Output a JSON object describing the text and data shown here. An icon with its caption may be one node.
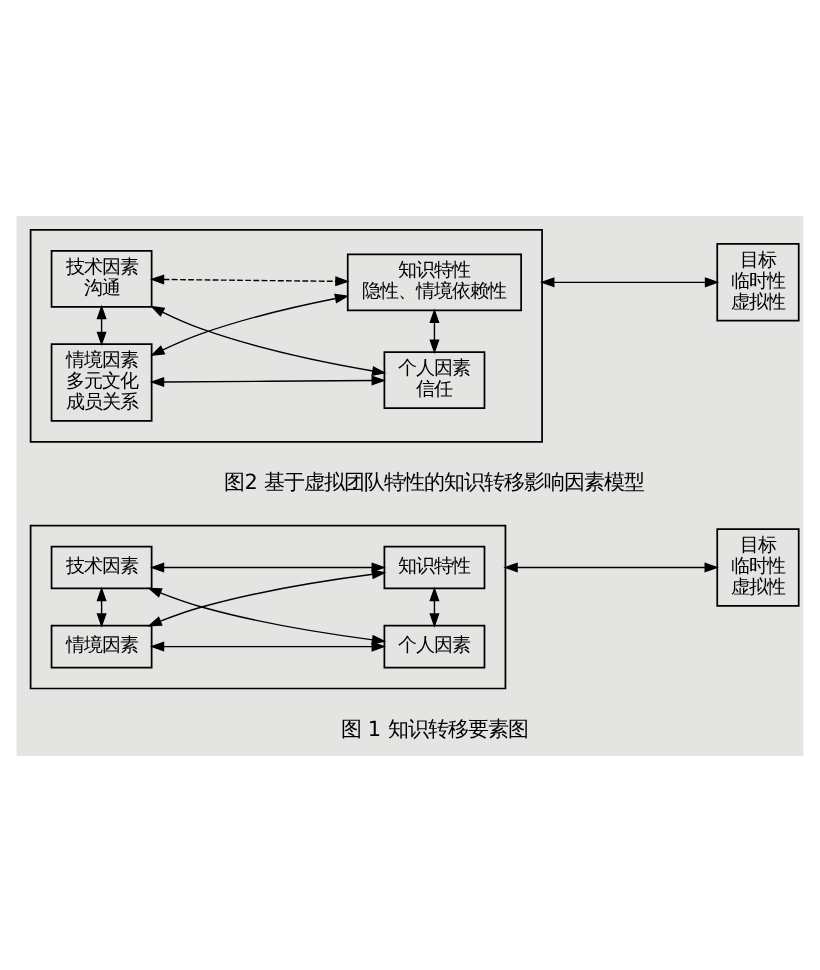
{
  "diagram": {
    "nodes": [
      {
        "text": [],
        "shape": "box"
      },
      {
        "text": [
          "技术因素"
        ],
        "in": 0
      },
      {
        "text": [
          "知识特性"
        ],
        "in": 0
      },
      {
        "text": [
          "情境因素"
        ],
        "in": 0
      },
      {
        "text": [
          "个人因素"
        ],
        "in": 0
      },
      {
        "text": [
          "目标",
          "临时性",
          "虚拟性"
        ]
      },
      {
        "text": [],
        "shape": "box"
      },
      {
        "text": [
          "技术因素",
          "沟通"
        ],
        "in": 6
      },
      {
        "text": [
          "知识特性",
          "隐性、情境依赖性"
        ],
        "in": 6
      },
      {
        "text": [
          "情境因素",
          "多元文化",
          "成员关系"
        ],
        "in": 6
      },
      {
        "text": [
          "个人因素",
          "信任"
        ],
        "in": 6
      },
      {
        "text": [
          "目标",
          "临时性",
          "虚拟性"
        ]
      }
    ],
    "edges": [
      {
        "from": 1,
        "to": 2,
        "arrow": "both"
      },
      {
        "from": 1,
        "to": 3,
        "arrow": "both"
      },
      {
        "from": 1,
        "to": 4,
        "arrow": "both"
      },
      {
        "from": 2,
        "to": 3,
        "arrow": "both"
      },
      {
        "from": 2,
        "to": 4,
        "arrow": "both"
      },
      {
        "from": 3,
        "to": 4,
        "arrow": "both"
      },
      {
        "from": 0,
        "to": 5,
        "arrow": "both"
      },
      {
        "from": 7,
        "to": 8,
        "arrow": "both",
        "style": "dashed"
      },
      {
        "from": 7,
        "to": 9,
        "arrow": "both"
      },
      {
        "from": 7,
        "to": 10,
        "arrow": "both"
      },
      {
        "from": 8,
        "to": 9,
        "arrow": "both"
      },
      {
        "from": 8,
        "to": 10,
        "arrow": "both"
      },
      {
        "from": 9,
        "to": 10,
        "arrow": "both"
      },
      {
        "from": 6,
        "to": 11,
        "arrow": "both"
      }
    ],
    "labels": [
      "图 1 知识转移要素图",
      "图2 基于虚拟团队特性的知识转移影响因素模型"
    ]
  }
}
